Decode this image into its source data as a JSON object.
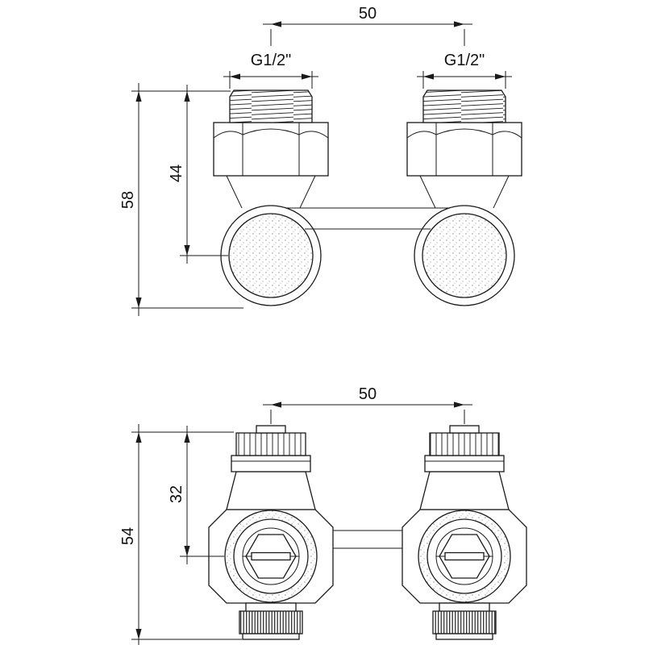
{
  "top_view": {
    "center_distance": "50",
    "thread_left": "G1/2\"",
    "thread_right": "G1/2\"",
    "height_to_center": "44",
    "overall_height": "58"
  },
  "bottom_view": {
    "center_distance": "50",
    "height_to_center": "32",
    "overall_height": "54"
  }
}
